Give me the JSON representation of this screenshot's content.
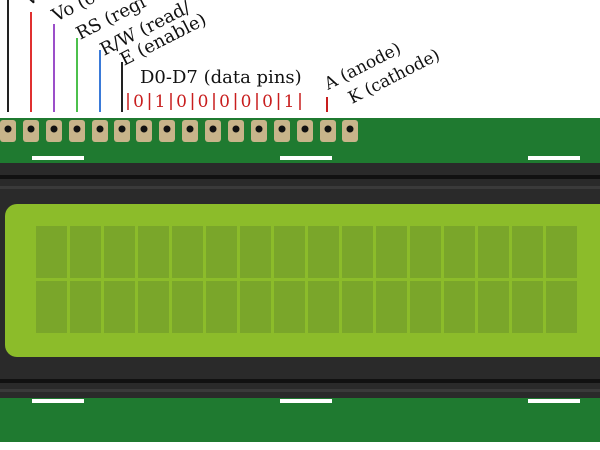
{
  "pin_labels": [
    {
      "id": "v",
      "text": "V",
      "color": "#222222"
    },
    {
      "id": "vo",
      "text": "Vo (c",
      "color": "#e03030"
    },
    {
      "id": "rs",
      "text": "RS (regi",
      "color": "#9b4fc9"
    },
    {
      "id": "rw",
      "text": "R/W (read/",
      "color": "#4cc04c"
    },
    {
      "id": "e",
      "text": "E (enable)",
      "color": "#3a7ad8"
    }
  ],
  "data_pins_label": "D0-D7 (data pins)",
  "data_bits": [
    "0",
    "1",
    "0",
    "0",
    "0",
    "0",
    "0",
    "1"
  ],
  "anode_label": "A (anode)",
  "cathode_label": "K (cathode)",
  "colors": {
    "board": "#1f7a30",
    "bezel": "#2a2a2a",
    "lcd": "#8cbc2a",
    "cell": "#7aa62a",
    "pad": "#c8b48a",
    "bit": "#c81e1e"
  },
  "display": {
    "columns": 16,
    "rows": 2
  }
}
